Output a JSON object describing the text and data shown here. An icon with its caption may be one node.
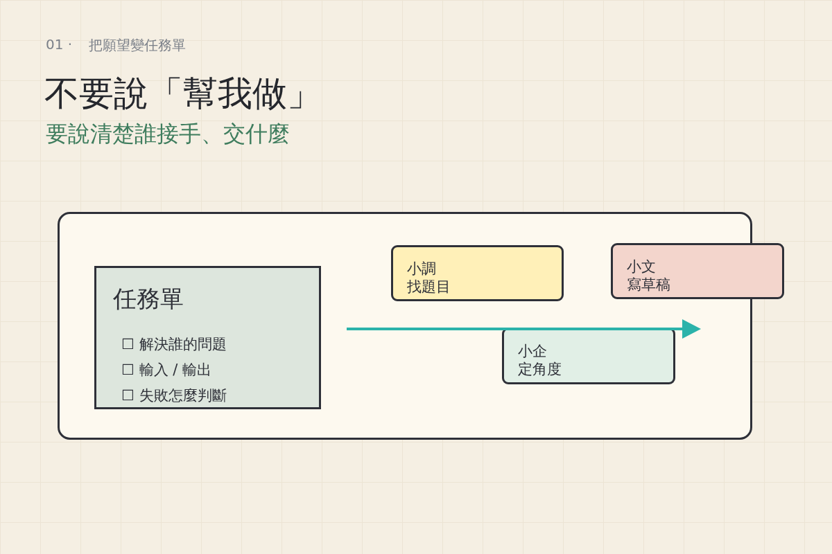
{
  "diagram": {
    "title": "不要說「幫我做」",
    "nodes": [
      {
        "text": [],
        "shape": "box"
      },
      {
        "text": [
          "任務單",
          "☐ 解決誰的問題",
          "☐ 輸入 / 輸出",
          "☐ 失敗怎麼判斷"
        ],
        "in": 0
      },
      {
        "text": [
          "小調",
          "找題目"
        ],
        "in": 0
      },
      {
        "text": [
          "小文",
          "寫草稿"
        ]
      },
      {
        "text": [
          "小企",
          "定角度"
        ],
        "in": 0
      }
    ],
    "labels": [
      "01 ·",
      "把願望變任務單",
      "要說清楚誰接手、交什麼"
    ]
  }
}
